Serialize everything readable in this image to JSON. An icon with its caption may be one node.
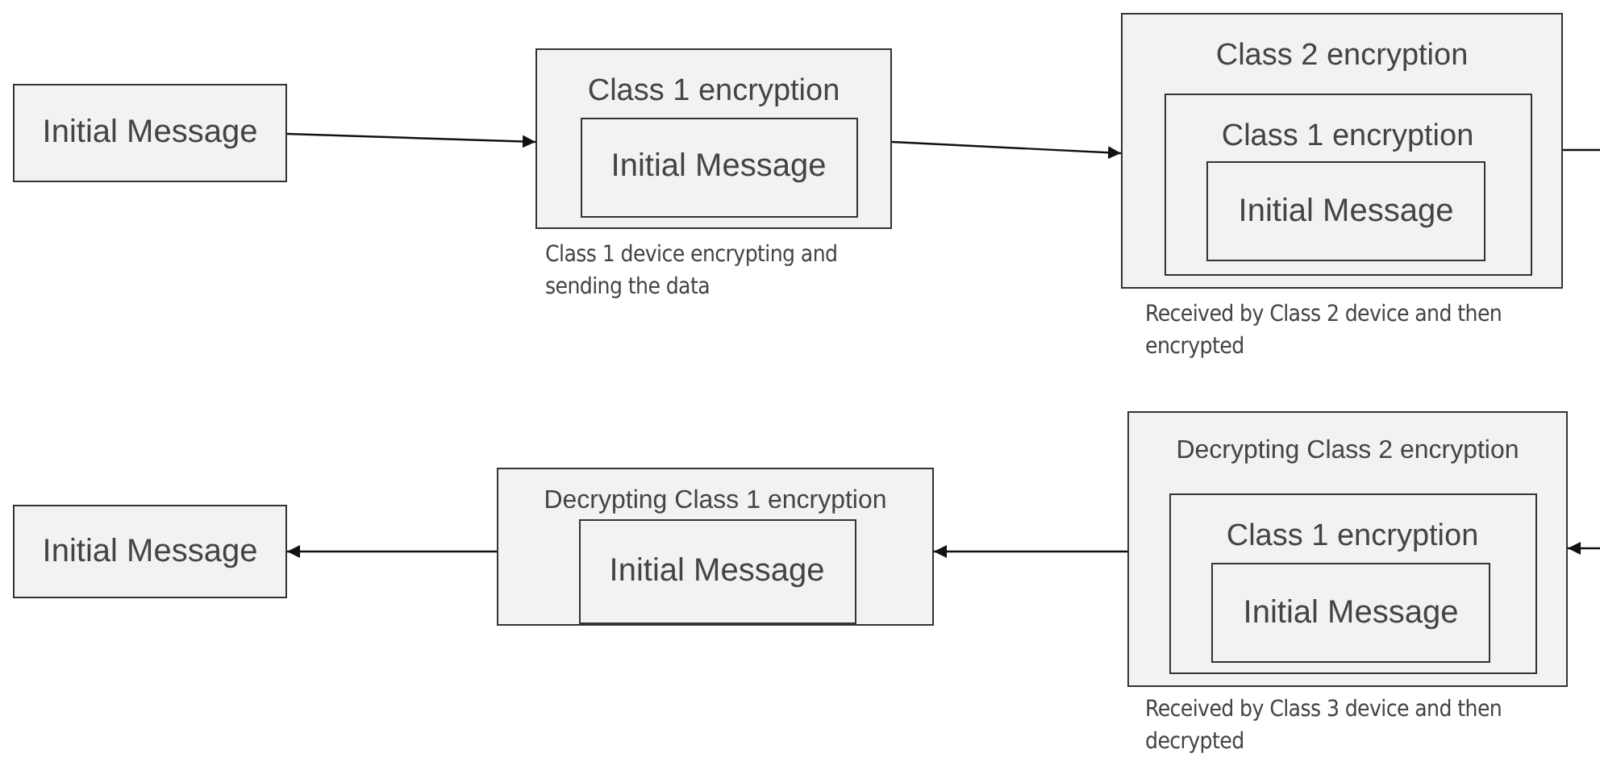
{
  "diagram": {
    "nodes": [
      {
        "text": [
          "Initial Message"
        ]
      },
      {
        "text": [
          "Class 1 encryption"
        ],
        "beside": [
          "Class 1 device encrypting and sending the data"
        ]
      },
      {
        "text": [
          "Initial Message"
        ],
        "in": 1
      },
      {
        "text": [
          "Class 2 encryption"
        ],
        "beside": [
          "Received by Class 2 device and then encrypted"
        ]
      },
      {
        "text": [
          "Class 1 encryption"
        ],
        "in": 3
      },
      {
        "text": [
          "Initial Message"
        ],
        "in": 4
      },
      {
        "text": [
          "Decrypting Class 2 encryption"
        ],
        "beside": [
          "Received by Class 3 device and then decrypted"
        ]
      },
      {
        "text": [
          "Class 1 encryption"
        ],
        "in": 6
      },
      {
        "text": [
          "Initial Message"
        ],
        "in": 7
      },
      {
        "text": [
          "Decrypting Class 1 encryption"
        ]
      },
      {
        "text": [
          "Initial Message"
        ],
        "in": 9
      },
      {
        "text": [
          "Initial Message"
        ]
      }
    ],
    "edges": [
      {
        "from": 0,
        "to": 1,
        "arrow": "to"
      },
      {
        "from": 1,
        "to": 3,
        "arrow": "to"
      },
      {
        "from": 3,
        "to": null,
        "arrow": "none"
      },
      {
        "from": null,
        "to": 6,
        "arrow": "to"
      },
      {
        "from": 6,
        "to": 9,
        "arrow": "to"
      },
      {
        "from": 9,
        "to": 11,
        "arrow": "to"
      }
    ]
  }
}
